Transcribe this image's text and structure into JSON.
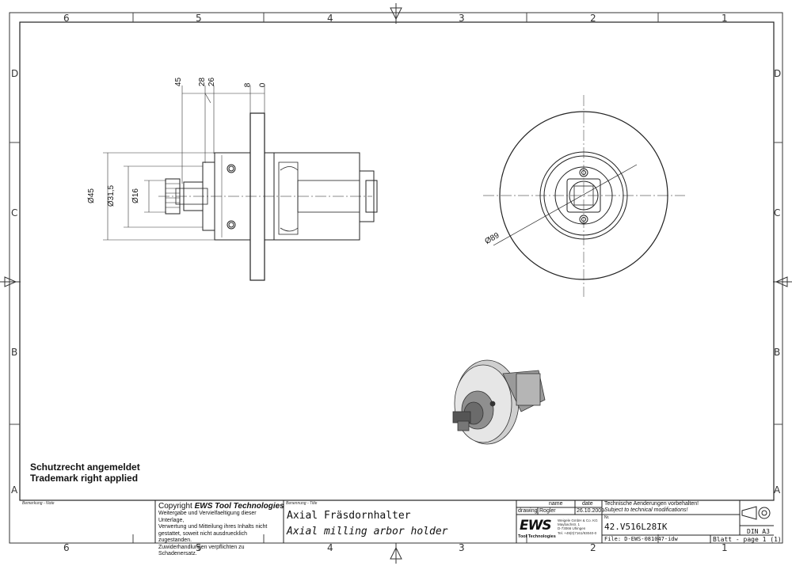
{
  "frame": {
    "columns_top": [
      "6",
      "5",
      "4",
      "3",
      "2",
      "1"
    ],
    "columns_bottom": [
      "6",
      "5",
      "4",
      "3",
      "2",
      "1"
    ],
    "rows_left": [
      "D",
      "C",
      "B",
      "A"
    ],
    "rows_right": [
      "D",
      "C",
      "B",
      "A"
    ]
  },
  "trademark": {
    "line1": "Schutzrecht angemeldet",
    "line2": "Trademark right applied"
  },
  "dimensions": {
    "top": [
      "45",
      "28",
      "26",
      "8",
      "0"
    ],
    "left": [
      "Ø45",
      "Ø31,5",
      "Ø16"
    ],
    "circle": "Ø89"
  },
  "title_block": {
    "note_label": "Bemerkung - Note",
    "copyright_prefix": "Copyright",
    "copyright_company": "EWS Tool Technologies",
    "copyright_text": [
      "Weitergabe und Vervielfaeltigung dieser Unterlage,",
      "Verwertung und Mitteilung ihres Inhalts nicht",
      "gestattet, soweit nicht ausdruecklich zugestanden.",
      "Zuwiderhandlungen verpflichten zu Schadenersatz."
    ],
    "title_label": "Benennung - Title",
    "title_de": "Axial Fräsdornhalter",
    "title_en": "Axial milling arbor holder",
    "name_header": "name",
    "date_header": "date",
    "drawing_label": "drawing",
    "drawing_name": "Rogler",
    "drawing_date": "26.10.2009",
    "logo_text": "EWS",
    "logo_sub": "Tool Technologies",
    "address": [
      "Weigele GmbH & Co. KG",
      "Maybachstr. 1",
      "D-73066 Uhingen",
      "Tel. +49(0)7161/93040-0"
    ],
    "changes_de": "Technische Aenderungen vorbehalten!",
    "changes_en": "Subject to technical modifications!",
    "nr_label": "Nr.",
    "part_number": "42.V516L28IK",
    "file_label": "File:",
    "file_name": "D-EWS-081047-idw",
    "format": "DIN A3",
    "sheet_label": "Blatt - page",
    "sheet_value": "1 (1)"
  }
}
